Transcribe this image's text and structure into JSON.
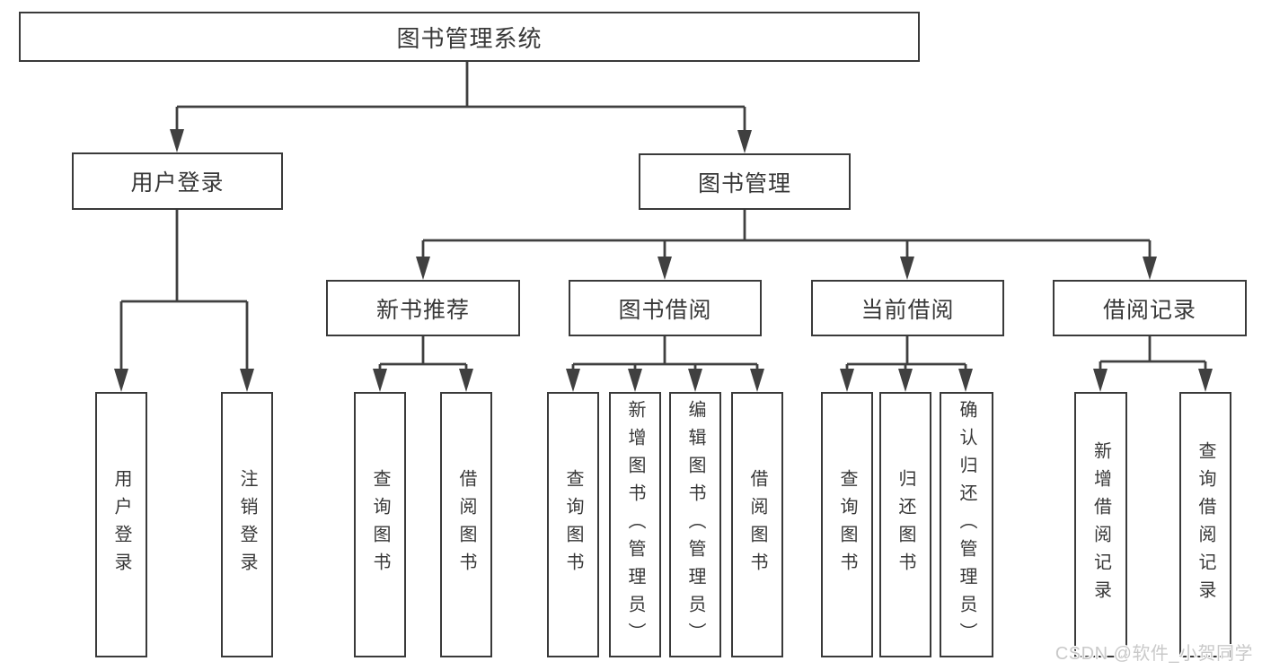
{
  "diagram": {
    "root": {
      "label": "图书管理系统"
    },
    "branches": [
      {
        "label": "用户登录",
        "children": [
          {
            "label": "用户登录"
          },
          {
            "label": "注销登录"
          }
        ]
      },
      {
        "label": "图书管理",
        "children": [
          {
            "label": "新书推荐",
            "children": [
              {
                "label": "查询图书"
              },
              {
                "label": "借阅图书"
              }
            ]
          },
          {
            "label": "图书借阅",
            "children": [
              {
                "label": "查询图书"
              },
              {
                "label": "新增图书（管理员）"
              },
              {
                "label": "编辑图书（管理员）"
              },
              {
                "label": "借阅图书"
              }
            ]
          },
          {
            "label": "当前借阅",
            "children": [
              {
                "label": "查询图书"
              },
              {
                "label": "归还图书"
              },
              {
                "label": "确认归还（管理员）"
              }
            ]
          },
          {
            "label": "借阅记录",
            "children": [
              {
                "label": "新增借阅记录"
              },
              {
                "label": "查询借阅记录"
              }
            ]
          }
        ]
      }
    ]
  },
  "watermark": {
    "text": "CSDN @软件_小贺同学"
  },
  "colors": {
    "line": "#404040",
    "border": "#3a3a3a",
    "text": "#383838",
    "watermark": "#c9c9c9",
    "background": "#ffffff"
  }
}
